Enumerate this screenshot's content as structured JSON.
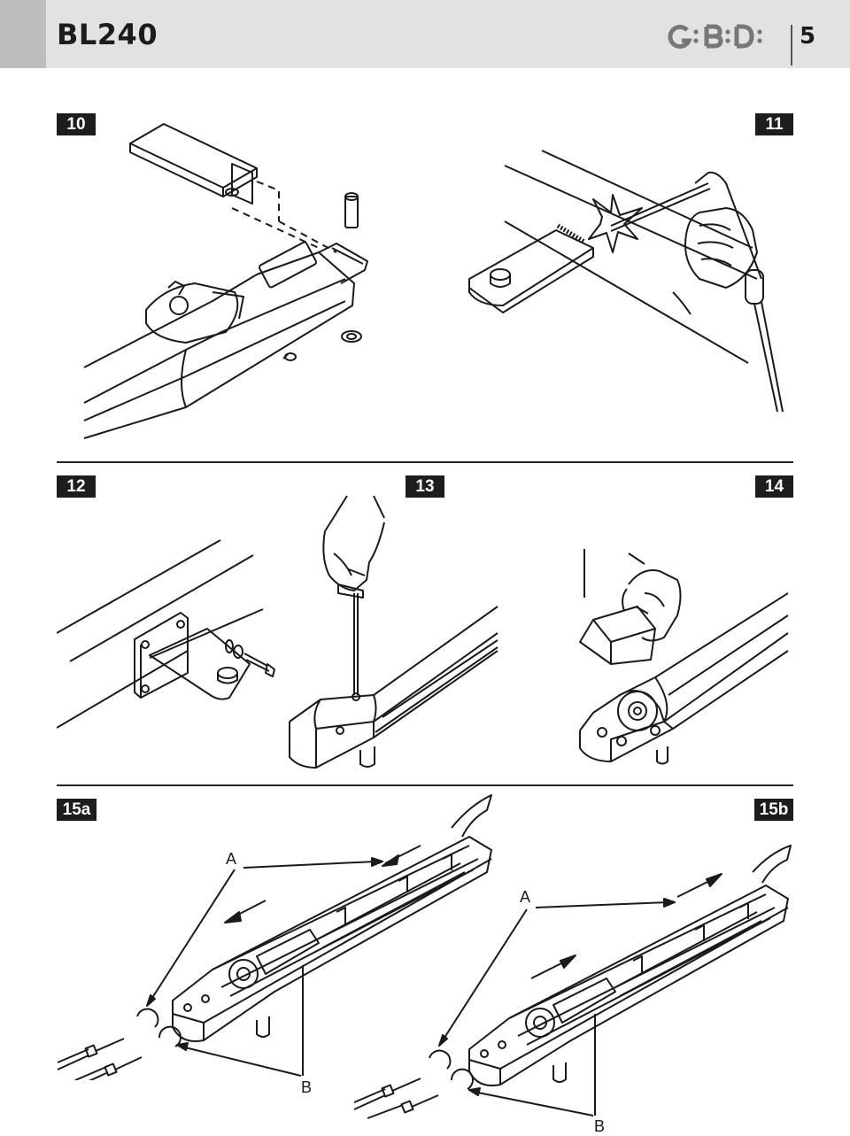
{
  "header": {
    "title": "BL240",
    "logo_text": "G:B:D:",
    "page_number": "5"
  },
  "figures": [
    {
      "label": "10",
      "icon": "bracket-mount-illustration"
    },
    {
      "label": "11",
      "icon": "welding-illustration"
    },
    {
      "label": "12",
      "icon": "bolt-bracket-illustration"
    },
    {
      "label": "13",
      "icon": "screwdriver-illustration"
    },
    {
      "label": "14",
      "icon": "cover-removal-illustration"
    },
    {
      "label": "15a",
      "icon": "limit-stop-adjust-illustration"
    },
    {
      "label": "15b",
      "icon": "limit-stop-adjust-illustration"
    }
  ],
  "callouts": {
    "fig15a_a": "A",
    "fig15a_b": "B",
    "fig15b_a": "A",
    "fig15b_b": "B"
  },
  "colors": {
    "header_bg": "#e2e2e2",
    "header_tab": "#bdbdbd",
    "label_bg": "#1d1d1d",
    "line": "#1a1a1a"
  }
}
